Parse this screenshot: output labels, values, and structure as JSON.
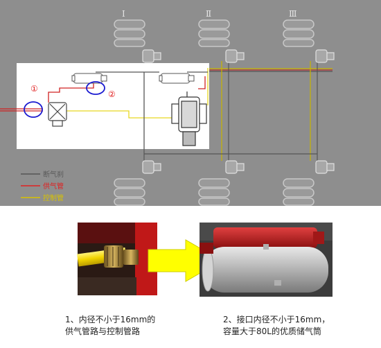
{
  "axles": [
    "Ⅰ",
    "Ⅱ",
    "Ⅲ"
  ],
  "legend": {
    "items": [
      {
        "label": "断气刹",
        "color": "#555555"
      },
      {
        "label": "供气管",
        "color": "#e02020"
      },
      {
        "label": "控制管",
        "color": "#d8c200"
      }
    ]
  },
  "markers": [
    "①",
    "②"
  ],
  "colors": {
    "background_top": "#8e8e8e",
    "line_dark": "#555555",
    "line_supply": "#e02020",
    "line_control": "#e8d820",
    "highlight_circle": "#1a1ad0",
    "arrow": "#ffff00"
  },
  "captions": {
    "left_line1": "1、内径不小于16mm的",
    "left_line2": "供气管路与控制管路",
    "right_line1": "2、接口内径不小于16mm，",
    "right_line2": "容量大于80L的优质储气筒"
  },
  "icons": [
    "air-bag-icon",
    "brake-chamber-icon",
    "air-tank-icon",
    "valve-icon",
    "arrow-icon"
  ]
}
